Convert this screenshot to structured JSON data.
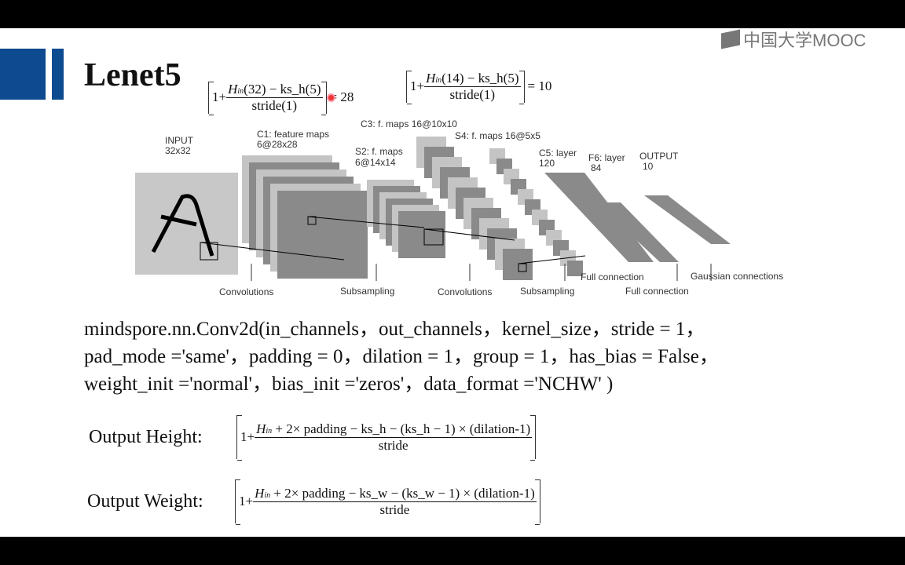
{
  "slide": {
    "title": "Lenet5",
    "watermark": "中国大学MOOC",
    "accent_color": "#0d4a8f",
    "formula1": {
      "prefix": "1+",
      "numerator_h": "H",
      "numerator_sub": "in",
      "numerator_rest": "(32) − ks_h(5)",
      "denominator": "stride(1)",
      "result": "= 28"
    },
    "formula2": {
      "prefix": "1+",
      "numerator_h": "H",
      "numerator_sub": "in",
      "numerator_rest": "(14) − ks_h(5)",
      "denominator": "stride(1)",
      "result": "= 10"
    },
    "diagram": {
      "input": [
        "INPUT",
        "32x32"
      ],
      "c1": [
        "C1: feature maps",
        "6@28x28"
      ],
      "s2": [
        "S2: f. maps",
        "6@14x14"
      ],
      "c3": "C3: f. maps 16@10x10",
      "s4": "S4: f. maps 16@5x5",
      "c5": [
        "C5: layer",
        "120"
      ],
      "f6": [
        "F6: layer",
        "84"
      ],
      "output": [
        "OUTPUT",
        "10"
      ],
      "ops": [
        "Convolutions",
        "Subsampling",
        "Convolutions",
        "Subsampling",
        "Full connection",
        "Full connection",
        "Gaussian connections"
      ]
    },
    "code": "mindspore.nn.Conv2d(in_channels，out_channels，kernel_size，stride = 1，\npad_mode ='same'，padding = 0，dilation = 1，group = 1，has_bias = False，\nweight_init ='normal'，bias_init ='zeros'，data_format ='NCHW' )",
    "output_height": {
      "label": "Output Height:",
      "prefix": "1+",
      "h": "H",
      "sub": "in",
      "numerator_rest": " + 2× padding − ks_h − (ks_h − 1) × (dilation-1)",
      "denominator": "stride"
    },
    "output_weight": {
      "label": "Output Weight:",
      "prefix": "1+",
      "h": "H",
      "sub": "in",
      "numerator_rest": " + 2× padding − ks_w − (ks_w − 1) × (dilation-1)",
      "denominator": "stride"
    }
  }
}
